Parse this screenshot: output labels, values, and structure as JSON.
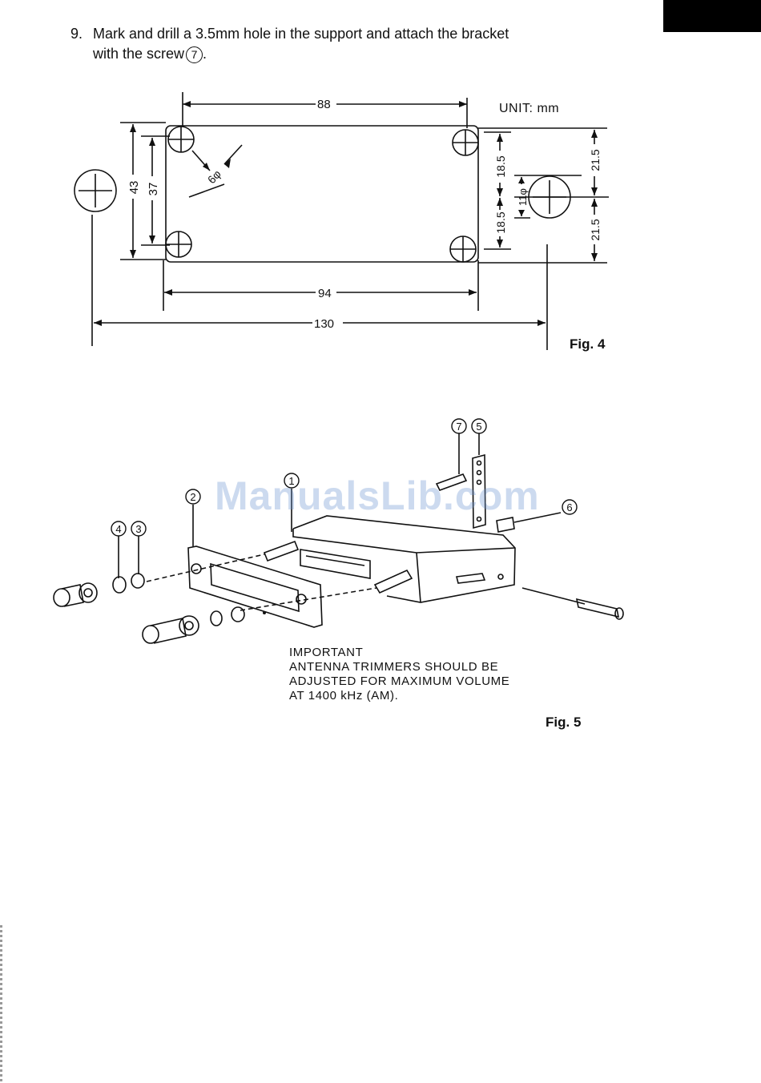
{
  "step": {
    "number": "9.",
    "line1": "Mark and drill a 3.5mm hole in the support and attach the bracket",
    "line2": "with the screw",
    "ref": "7",
    "period": "."
  },
  "fig4": {
    "unit": "UNIT: mm",
    "label": "Fig. 4",
    "dimensions": {
      "width_top": "88",
      "width_bottom": "94",
      "overall": "130",
      "height_outer": "43",
      "height_inner": "37",
      "hole_dia": "6φ",
      "right_upper": "18.5",
      "right_lower": "18.5",
      "center_dia": "11φ",
      "far_upper": "21.5",
      "far_lower": "21.5"
    }
  },
  "fig5": {
    "label": "Fig. 5",
    "callouts": [
      "1",
      "2",
      "3",
      "4",
      "5",
      "6",
      "7"
    ],
    "note": {
      "heading": "IMPORTANT",
      "line1": "ANTENNA TRIMMERS SHOULD BE",
      "line2": "ADJUSTED FOR MAXIMUM VOLUME",
      "line3": "AT 1400 kHz (AM)."
    }
  },
  "watermark": "ManualsLib.com"
}
